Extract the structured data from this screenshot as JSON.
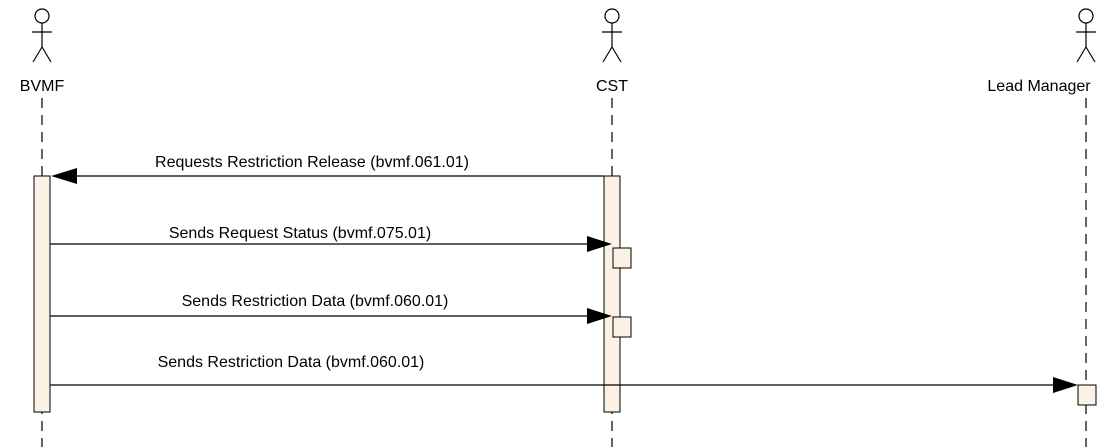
{
  "actors": [
    {
      "id": "bvmf",
      "name": "BVMF"
    },
    {
      "id": "cst",
      "name": "CST"
    },
    {
      "id": "lead",
      "name": "Lead Manager"
    }
  ],
  "messages": [
    {
      "from": "cst",
      "to": "bvmf",
      "label": "Requests Restriction Release (bvmf.061.01)"
    },
    {
      "from": "bvmf",
      "to": "cst",
      "label": "Sends Request Status (bvmf.075.01)"
    },
    {
      "from": "bvmf",
      "to": "cst",
      "label": "Sends Restriction Data (bvmf.060.01)"
    },
    {
      "from": "bvmf",
      "to": "lead",
      "label": "Sends Restriction Data (bvmf.060.01)"
    }
  ],
  "colors": {
    "activation_fill": "#fbf1e4",
    "line": "#000000"
  }
}
